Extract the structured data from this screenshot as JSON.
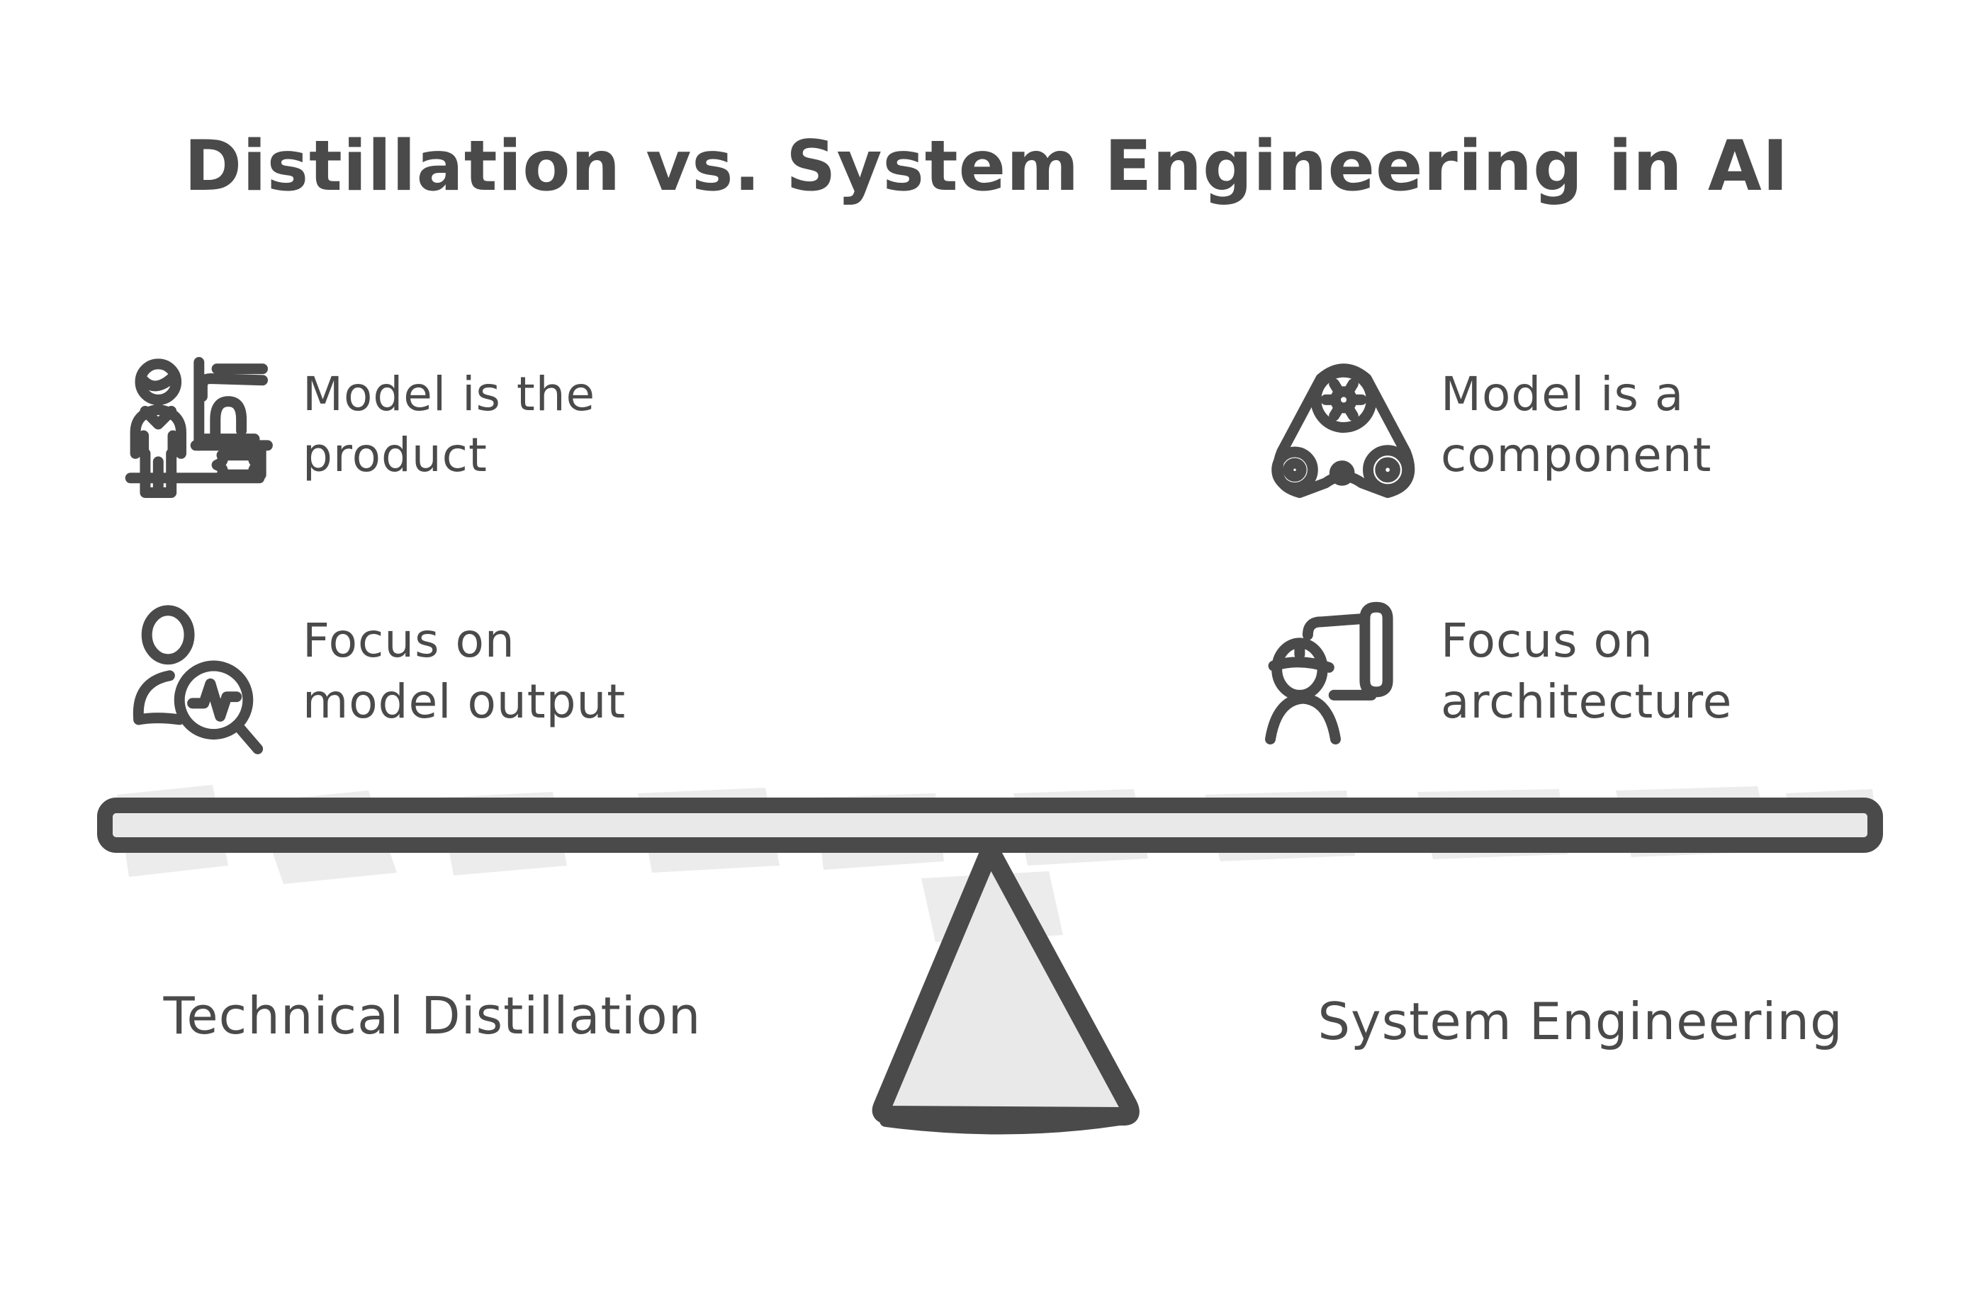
{
  "title": "Distillation vs. System Engineering in AI",
  "colors": {
    "ink": "#4a4a4a",
    "fill_light": "#e9e9e9",
    "sketch": "#ececec",
    "background": "#ffffff"
  },
  "features": {
    "model_product": {
      "icon": "worker-at-machine-icon",
      "line1": "Model is the",
      "line2": "product"
    },
    "model_component": {
      "icon": "belt-pulley-icon",
      "line1": "Model is a",
      "line2": "component"
    },
    "focus_output": {
      "icon": "person-magnifier-icon",
      "line1": "Focus on",
      "line2": "model output"
    },
    "focus_architecture": {
      "icon": "engineer-blueprint-icon",
      "line1": "Focus on",
      "line2": "architecture"
    }
  },
  "seesaw": {
    "left_label": "Technical Distillation",
    "right_label": "System Engineering",
    "balance_state": "level"
  }
}
